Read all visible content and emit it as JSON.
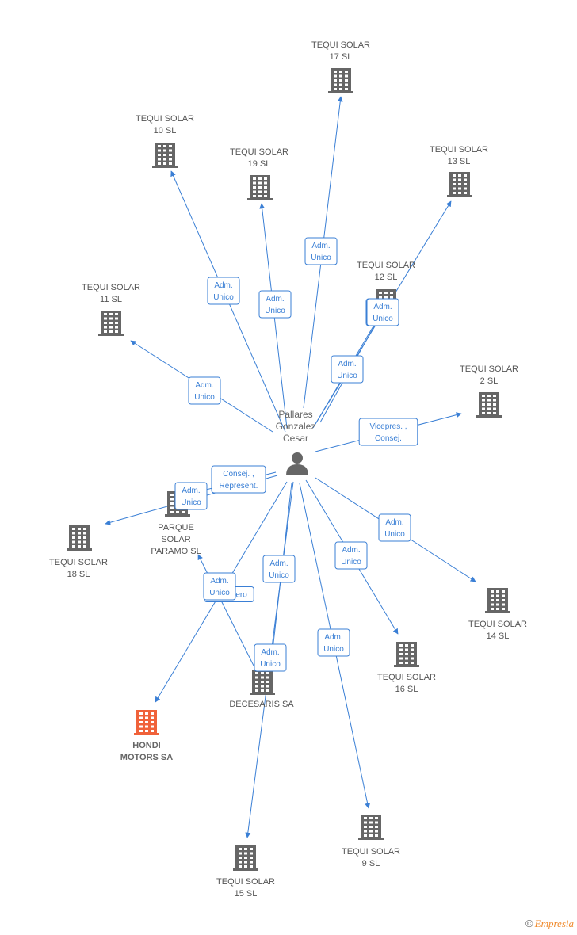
{
  "center": {
    "lines": [
      "Pallares",
      "Gonzalez",
      "Cesar"
    ],
    "icon": "person-icon"
  },
  "companies": [
    {
      "id": "tequi17",
      "lines": [
        "TEQUI SOLAR",
        "17 SL"
      ],
      "color": "#666666",
      "icon": "building-icon"
    },
    {
      "id": "tequi10",
      "lines": [
        "TEQUI SOLAR",
        "10 SL"
      ],
      "color": "#666666",
      "icon": "building-icon"
    },
    {
      "id": "tequi19",
      "lines": [
        "TEQUI SOLAR",
        "19 SL"
      ],
      "color": "#666666",
      "icon": "building-icon"
    },
    {
      "id": "tequi13",
      "lines": [
        "TEQUI SOLAR",
        "13 SL"
      ],
      "color": "#666666",
      "icon": "building-icon"
    },
    {
      "id": "tequi12",
      "lines": [
        "TEQUI SOLAR",
        "12 SL"
      ],
      "color": "#666666",
      "icon": "building-icon"
    },
    {
      "id": "tequi11",
      "lines": [
        "TEQUI SOLAR",
        "11 SL"
      ],
      "color": "#666666",
      "icon": "building-icon"
    },
    {
      "id": "tequi2",
      "lines": [
        "TEQUI SOLAR",
        "2 SL"
      ],
      "color": "#666666",
      "icon": "building-icon"
    },
    {
      "id": "parque",
      "lines": [
        "PARQUE",
        "SOLAR",
        "PARAMO SL"
      ],
      "color": "#666666",
      "icon": "building-icon"
    },
    {
      "id": "tequi18",
      "lines": [
        "TEQUI SOLAR",
        "18 SL"
      ],
      "color": "#666666",
      "icon": "building-icon"
    },
    {
      "id": "tequi14",
      "lines": [
        "TEQUI SOLAR",
        "14 SL"
      ],
      "color": "#666666",
      "icon": "building-icon"
    },
    {
      "id": "tequi16",
      "lines": [
        "TEQUI SOLAR",
        "16 SL"
      ],
      "color": "#666666",
      "icon": "building-icon"
    },
    {
      "id": "decesaris",
      "lines": [
        "DECESARIS SA"
      ],
      "color": "#666666",
      "icon": "building-icon"
    },
    {
      "id": "hondi",
      "lines": [
        "HONDI",
        "MOTORS SA"
      ],
      "color": "#f0623a",
      "highlight": true,
      "icon": "building-icon"
    },
    {
      "id": "tequi9",
      "lines": [
        "TEQUI SOLAR",
        "9 SL"
      ],
      "color": "#666666",
      "icon": "building-icon"
    },
    {
      "id": "tequi15",
      "lines": [
        "TEQUI SOLAR",
        "15 SL"
      ],
      "color": "#666666",
      "icon": "building-icon"
    }
  ],
  "edges": [
    {
      "to": "tequi17",
      "lines": [
        "Adm.",
        "Unico"
      ]
    },
    {
      "to": "tequi10",
      "lines": [
        "Adm.",
        "Unico"
      ]
    },
    {
      "to": "tequi19",
      "lines": [
        "Adm.",
        "Unico"
      ]
    },
    {
      "to": "tequi13",
      "lines": [
        "Adm.",
        "Unico"
      ]
    },
    {
      "to": "tequi12",
      "lines": [
        "Adm.",
        "Unico"
      ]
    },
    {
      "to": "tequi12",
      "lines": [
        "Adm.",
        "Unico"
      ]
    },
    {
      "to": "tequi11",
      "lines": [
        "Adm.",
        "Unico"
      ]
    },
    {
      "to": "tequi2",
      "lines": [
        "Vicepres. ,",
        "Consej."
      ]
    },
    {
      "to": "parque",
      "lines": [
        "Consej. ,",
        "Represent."
      ]
    },
    {
      "to": "tequi18",
      "lines": [
        "Adm.",
        "Unico"
      ]
    },
    {
      "to": "tequi14",
      "lines": [
        "Adm.",
        "Unico"
      ]
    },
    {
      "to": "tequi16",
      "lines": [
        "Adm.",
        "Unico"
      ]
    },
    {
      "to": "decesaris",
      "lines": [
        "Adm.",
        "Unico"
      ]
    },
    {
      "to": "hondi",
      "lines": [
        "Consejero"
      ]
    },
    {
      "to": "parque",
      "lines": [
        "Adm.",
        "Unico"
      ]
    },
    {
      "to": "tequi9",
      "lines": [
        "Adm.",
        "Unico"
      ]
    },
    {
      "to": "tequi15",
      "lines": [
        "Adm.",
        "Unico"
      ]
    }
  ],
  "credit": {
    "symbol": "©",
    "brand": "Empresia"
  },
  "colors": {
    "edge": "#3a7fd5",
    "node": "#666666",
    "highlight": "#f0623a"
  }
}
